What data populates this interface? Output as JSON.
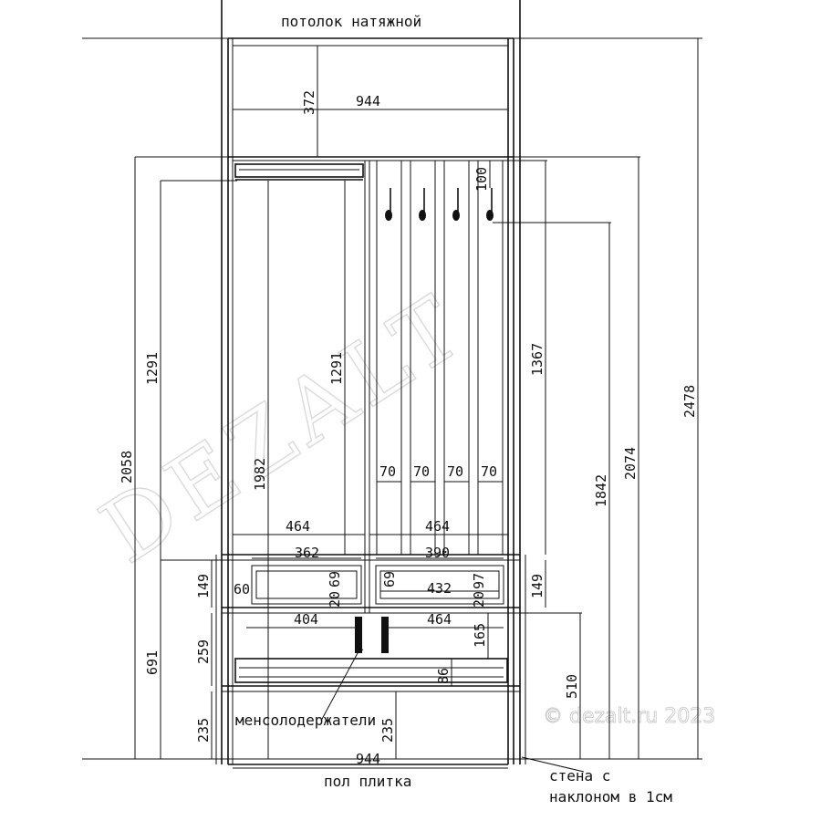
{
  "labels": {
    "ceiling": "потолок натяжной",
    "floor": "пол плитка",
    "wall": [
      "стена с",
      "наклоном в 1см"
    ],
    "shelf_supports": "менсолодержатели"
  },
  "dimensions": {
    "total_height": "2478",
    "height_2074": "2074",
    "height_2058": "2058",
    "height_1982": "1982",
    "height_1842": "1842",
    "height_1367": "1367",
    "left_1291": "1291",
    "mid_1291": "1291",
    "mezzanine_height": "372",
    "top_width": "944",
    "bottom_width": "944",
    "left_464": "464",
    "right_464": "464",
    "w_362": "362",
    "w_390": "390",
    "w_432": "432",
    "w_404": "404",
    "lower_464": "464",
    "h_149_left": "149",
    "h_149_right": "149",
    "d_60": "60",
    "d_20": "20",
    "d_69_left": "69",
    "d_69_right": "69",
    "d_20_right": "20",
    "d_97": "97",
    "h_691": "691",
    "h_259": "259",
    "h_235_left": "235",
    "h_235_mid": "235",
    "h_165": "165",
    "h_86": "86",
    "h_510": "510",
    "h_100": "100",
    "slat_70": [
      "70",
      "70",
      "70",
      "70"
    ]
  },
  "watermark": {
    "brand": "DEZALT",
    "copyright": "© dezalt.ru 2023"
  }
}
